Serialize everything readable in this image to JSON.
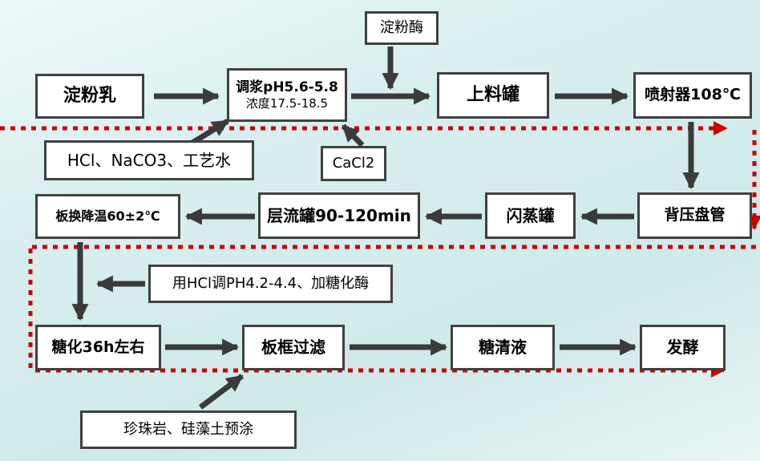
{
  "flow": {
    "starch_milk": "淀粉乳",
    "slurry_line1": "调浆pH5.6-5.8",
    "slurry_line2": "浓度17.5-18.5",
    "amylase": "淀粉酶",
    "feed_tank": "上料罐",
    "jet_cooker": "喷射器108℃",
    "hcl_naco3_water": "HCl、NaCO3、工艺水",
    "cacl2": "CaCl2",
    "plate_cooling": "板换降温60±2℃",
    "laminar_tank": "层流罐90-120min",
    "flash_tank": "闪蒸罐",
    "back_pressure_coil": "背压盘管",
    "ph_adjust": "用HCl调PH4.2-4.4、加糖化酶",
    "saccharification": "糖化36h左右",
    "plate_frame_filter": "板框过滤",
    "sugar_clear_liquid": "糖清液",
    "fermentation": "发酵",
    "precoat": "珍珠岩、硅藻土预涂"
  },
  "colors": {
    "arrow": "#3a3a3a",
    "dotted_line": "#cc0000",
    "box_border": "#404040",
    "box_bg": "#ffffff",
    "text": "#000000"
  }
}
